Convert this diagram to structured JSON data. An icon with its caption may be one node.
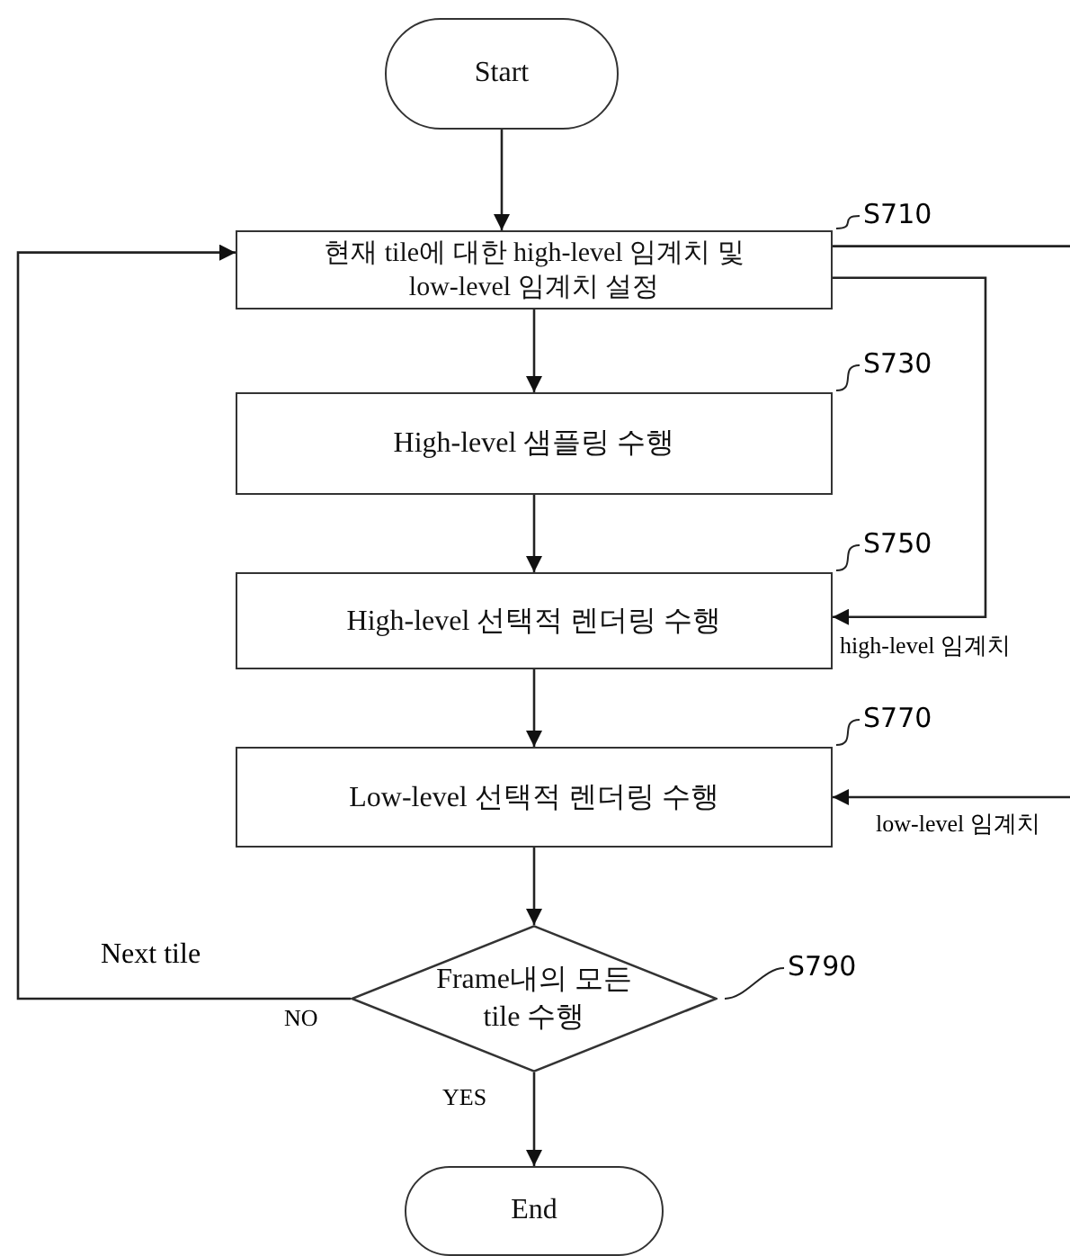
{
  "diagram": {
    "nodes": [
      {
        "text": [
          "Start"
        ]
      },
      {
        "text": [
          "현재 tile에 대한 high-level 임계치 및 low-level 임계치 설정"
        ]
      },
      {
        "text": [
          "High-level 샘플링 수행"
        ]
      },
      {
        "text": [
          "High-level 선택적 렌더링 수행"
        ]
      },
      {
        "text": [
          "Low-level 선택적 렌더링 수행"
        ]
      },
      {
        "text": [
          "Frame내의 모든 tile 수행"
        ]
      },
      {
        "text": [
          "End"
        ]
      },
      {
        "text": [
          "S710"
        ]
      },
      {
        "text": [
          "S730"
        ]
      },
      {
        "text": [
          "S750"
        ]
      },
      {
        "text": [
          "S770"
        ]
      },
      {
        "text": [
          "S790"
        ]
      }
    ],
    "edges": [
      {
        "from": 0,
        "to": 1,
        "arrow": "to"
      },
      {
        "from": 1,
        "to": 2,
        "arrow": "to"
      },
      {
        "from": 2,
        "to": 3,
        "arrow": "to"
      },
      {
        "from": 3,
        "to": 4,
        "arrow": "to"
      },
      {
        "from": 4,
        "to": 5,
        "arrow": "to"
      },
      {
        "from": 5,
        "to": 6,
        "arrow": "to",
        "label": "YES"
      },
      {
        "from": 5,
        "to": 1,
        "arrow": "to",
        "label": "NO"
      },
      {
        "from": 1,
        "to": 3,
        "arrow": "to",
        "label": "high-level 임계치"
      },
      {
        "from": 1,
        "to": null,
        "arrow": "none"
      },
      {
        "from": null,
        "to": 4,
        "arrow": "to",
        "label": "low-level 임계치"
      },
      {
        "from": 7,
        "to": 1,
        "arrow": "none"
      },
      {
        "from": 8,
        "to": 2,
        "arrow": "none"
      },
      {
        "from": 9,
        "to": 3,
        "arrow": "none"
      },
      {
        "from": 10,
        "to": 4,
        "arrow": "none"
      },
      {
        "from": 11,
        "to": 5,
        "arrow": "none"
      }
    ],
    "labels": [
      "Next tile"
    ]
  }
}
